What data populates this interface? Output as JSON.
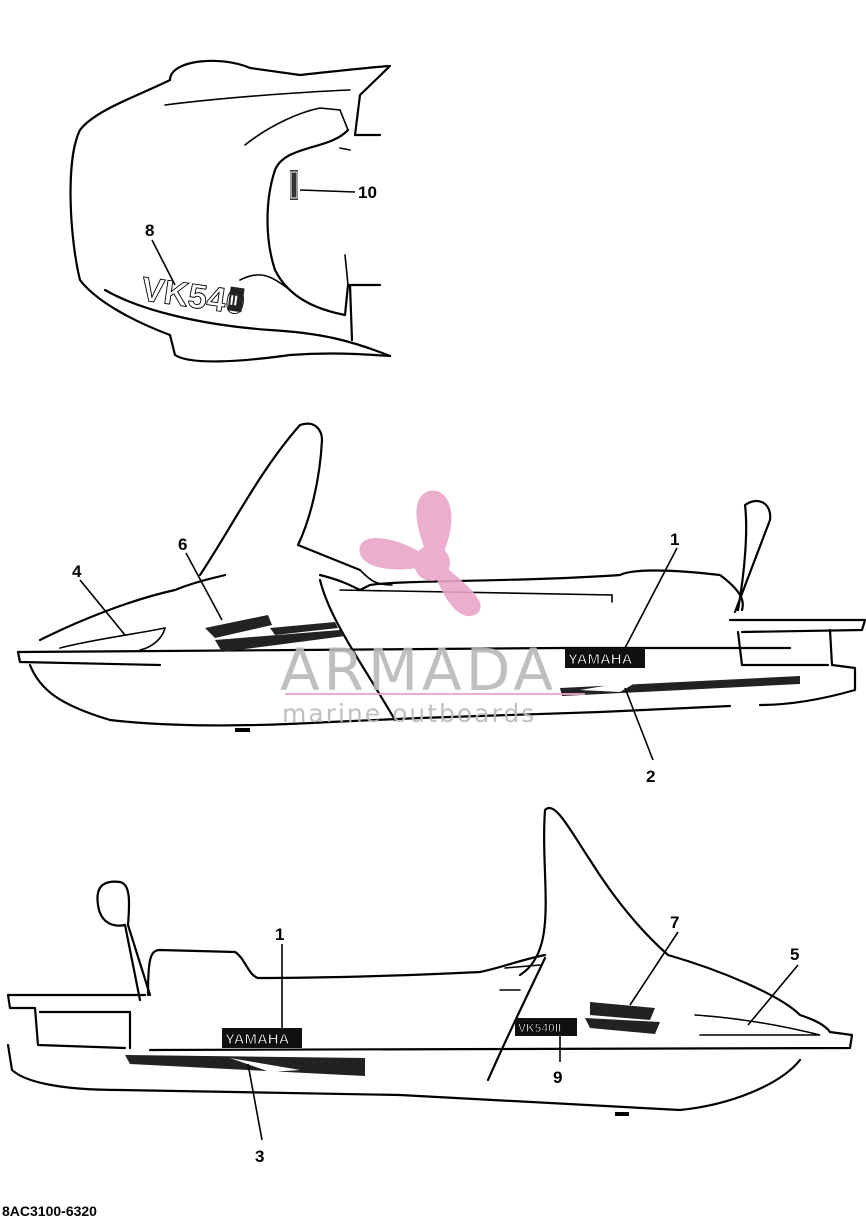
{
  "callouts": {
    "c1a": "1",
    "c1b": "1",
    "c2": "2",
    "c3": "3",
    "c4": "4",
    "c5": "5",
    "c6": "6",
    "c7": "7",
    "c8": "8",
    "c9": "9",
    "c10": "10"
  },
  "decals": {
    "model_hood": "VK540",
    "model_hood_suffix": "II",
    "brand_upper": "YAMAHA",
    "brand_lower": "YAMAHA",
    "model_side": "VK540II"
  },
  "watermark": {
    "brand": "ARMADA",
    "tagline": "marine outboards"
  },
  "reference": "8AC3100-6320",
  "colors": {
    "line": "#000000",
    "watermark_logo": "#e9a6c9",
    "watermark_text": "#b9b9b9"
  }
}
